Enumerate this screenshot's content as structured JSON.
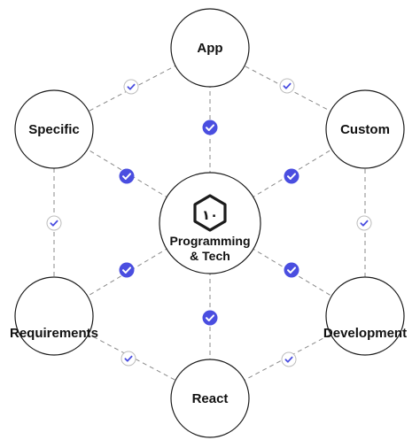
{
  "center": {
    "label_line1": "Programming",
    "label_line2": "& Tech",
    "logo_text": "١٠"
  },
  "nodes": [
    {
      "id": "app",
      "label": "App"
    },
    {
      "id": "custom",
      "label": "Custom"
    },
    {
      "id": "development",
      "label": "Development"
    },
    {
      "id": "react",
      "label": "React"
    },
    {
      "id": "requirements",
      "label": "Requirements"
    },
    {
      "id": "specific",
      "label": "Specific"
    }
  ],
  "icons": {
    "check": "check-icon",
    "logo": "hexagon-logo-icon"
  },
  "colors": {
    "accent": "#4a4ee0",
    "outline_check": "#4a4ee0",
    "stroke": "#1b1b1b",
    "dash": "#8a8a8a",
    "background": "#ffffff"
  }
}
